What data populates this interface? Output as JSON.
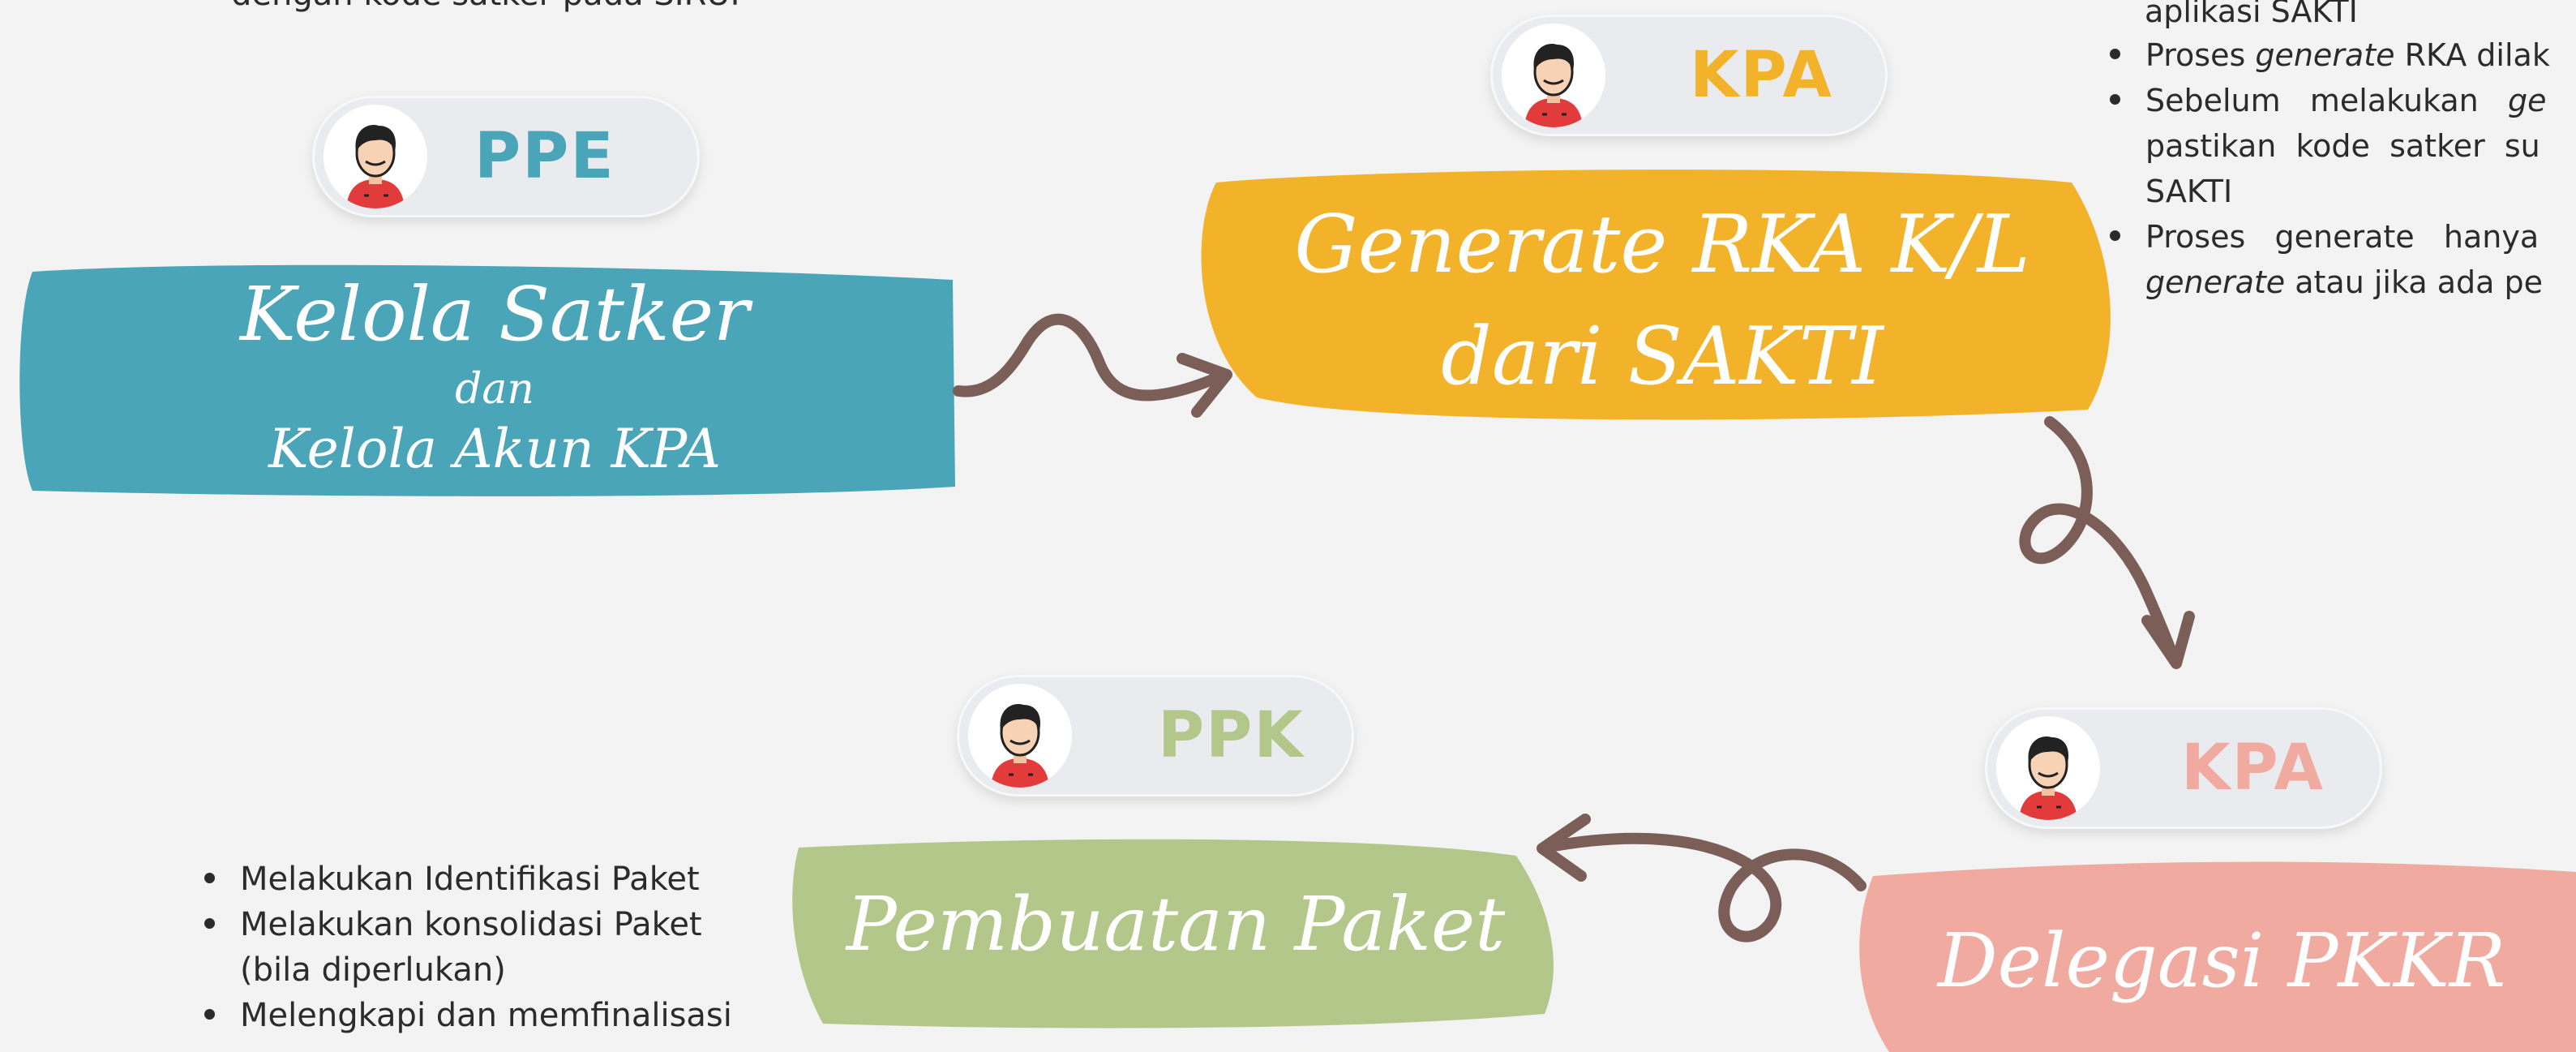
{
  "top_fragment": "dengan kode satker pada SIRUP",
  "roles": {
    "ppe": "PPE",
    "kpa_top": "KPA",
    "ppk": "PPK",
    "kpa_bottom": "KPA"
  },
  "steps": {
    "kelola": {
      "line1": "Kelola Satker",
      "line2": "dan",
      "line3": "Kelola Akun KPA"
    },
    "generate": {
      "line1": "Generate RKA K/L",
      "line2": "dari SAKTI"
    },
    "pembuatan": {
      "line1": "Pembuatan Paket"
    },
    "delegasi": {
      "line1": "Delegasi PKKR"
    }
  },
  "notes_right": {
    "top_line": "aplikasi SAKTI",
    "item1_pre": "Proses ",
    "item1_em": "generate",
    "item1_post": " RKA dilak",
    "item2_a": "Sebelum   melakukan   ",
    "item2_em": "ge",
    "item2_b": "pastikan  kode  satker  su",
    "item2_c": "SAKTI",
    "item3_a": "Proses   generate   hanya",
    "item3_em": "generate",
    "item3_b": " atau jika ada pe"
  },
  "notes_left": {
    "item1": "Melakukan Identifikasi Paket",
    "item2_a": "Melakukan konsolidasi Paket",
    "item2_b": "(bila diperlukan)",
    "item3": "Melengkapi dan memfinalisasi"
  },
  "colors": {
    "teal": "#4ba5b8",
    "yellow": "#f2b32a",
    "green": "#b4c78a",
    "pink": "#f0aaa0",
    "arrow": "#7b5e57",
    "ppe_text": "#4ba5b8",
    "kpa_top_text": "#f2b32a",
    "ppk_text": "#b4c78a",
    "kpa_bottom_text": "#f0aaa0"
  },
  "icons": {
    "avatar": "person-avatar-icon",
    "connector": "curly-arrow-icon"
  }
}
